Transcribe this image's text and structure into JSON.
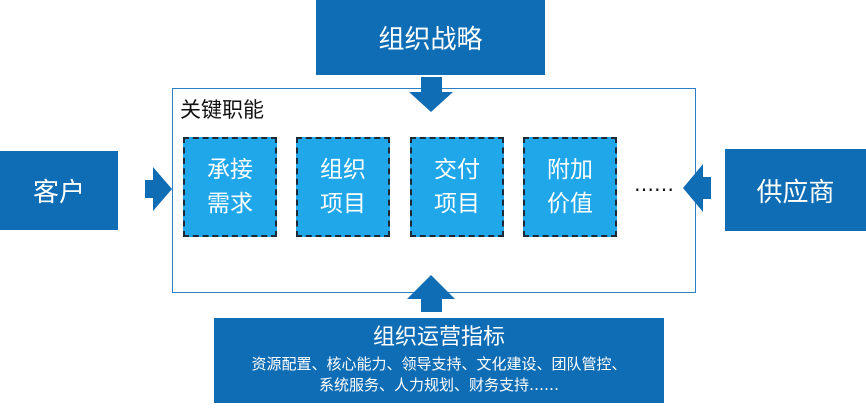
{
  "top": {
    "label": "组织战略"
  },
  "left": {
    "label": "客户"
  },
  "right": {
    "label": "供应商"
  },
  "frame": {
    "title": "关键职能"
  },
  "functions": [
    {
      "label": "承接\n需求"
    },
    {
      "label": "组织\n项目"
    },
    {
      "label": "交付\n项目"
    },
    {
      "label": "附加\n价值"
    }
  ],
  "ellipsis": "……",
  "bottom": {
    "title": "组织运营指标",
    "line1": "资源配置、核心能力、领导支持、文化建设、团队管控、",
    "line2": "系统服务、人力规划、财务支持……"
  },
  "colors": {
    "dark_box": "#0f6db5",
    "function_box": "#1fa7ea",
    "frame_border": "#2b7fc4"
  }
}
